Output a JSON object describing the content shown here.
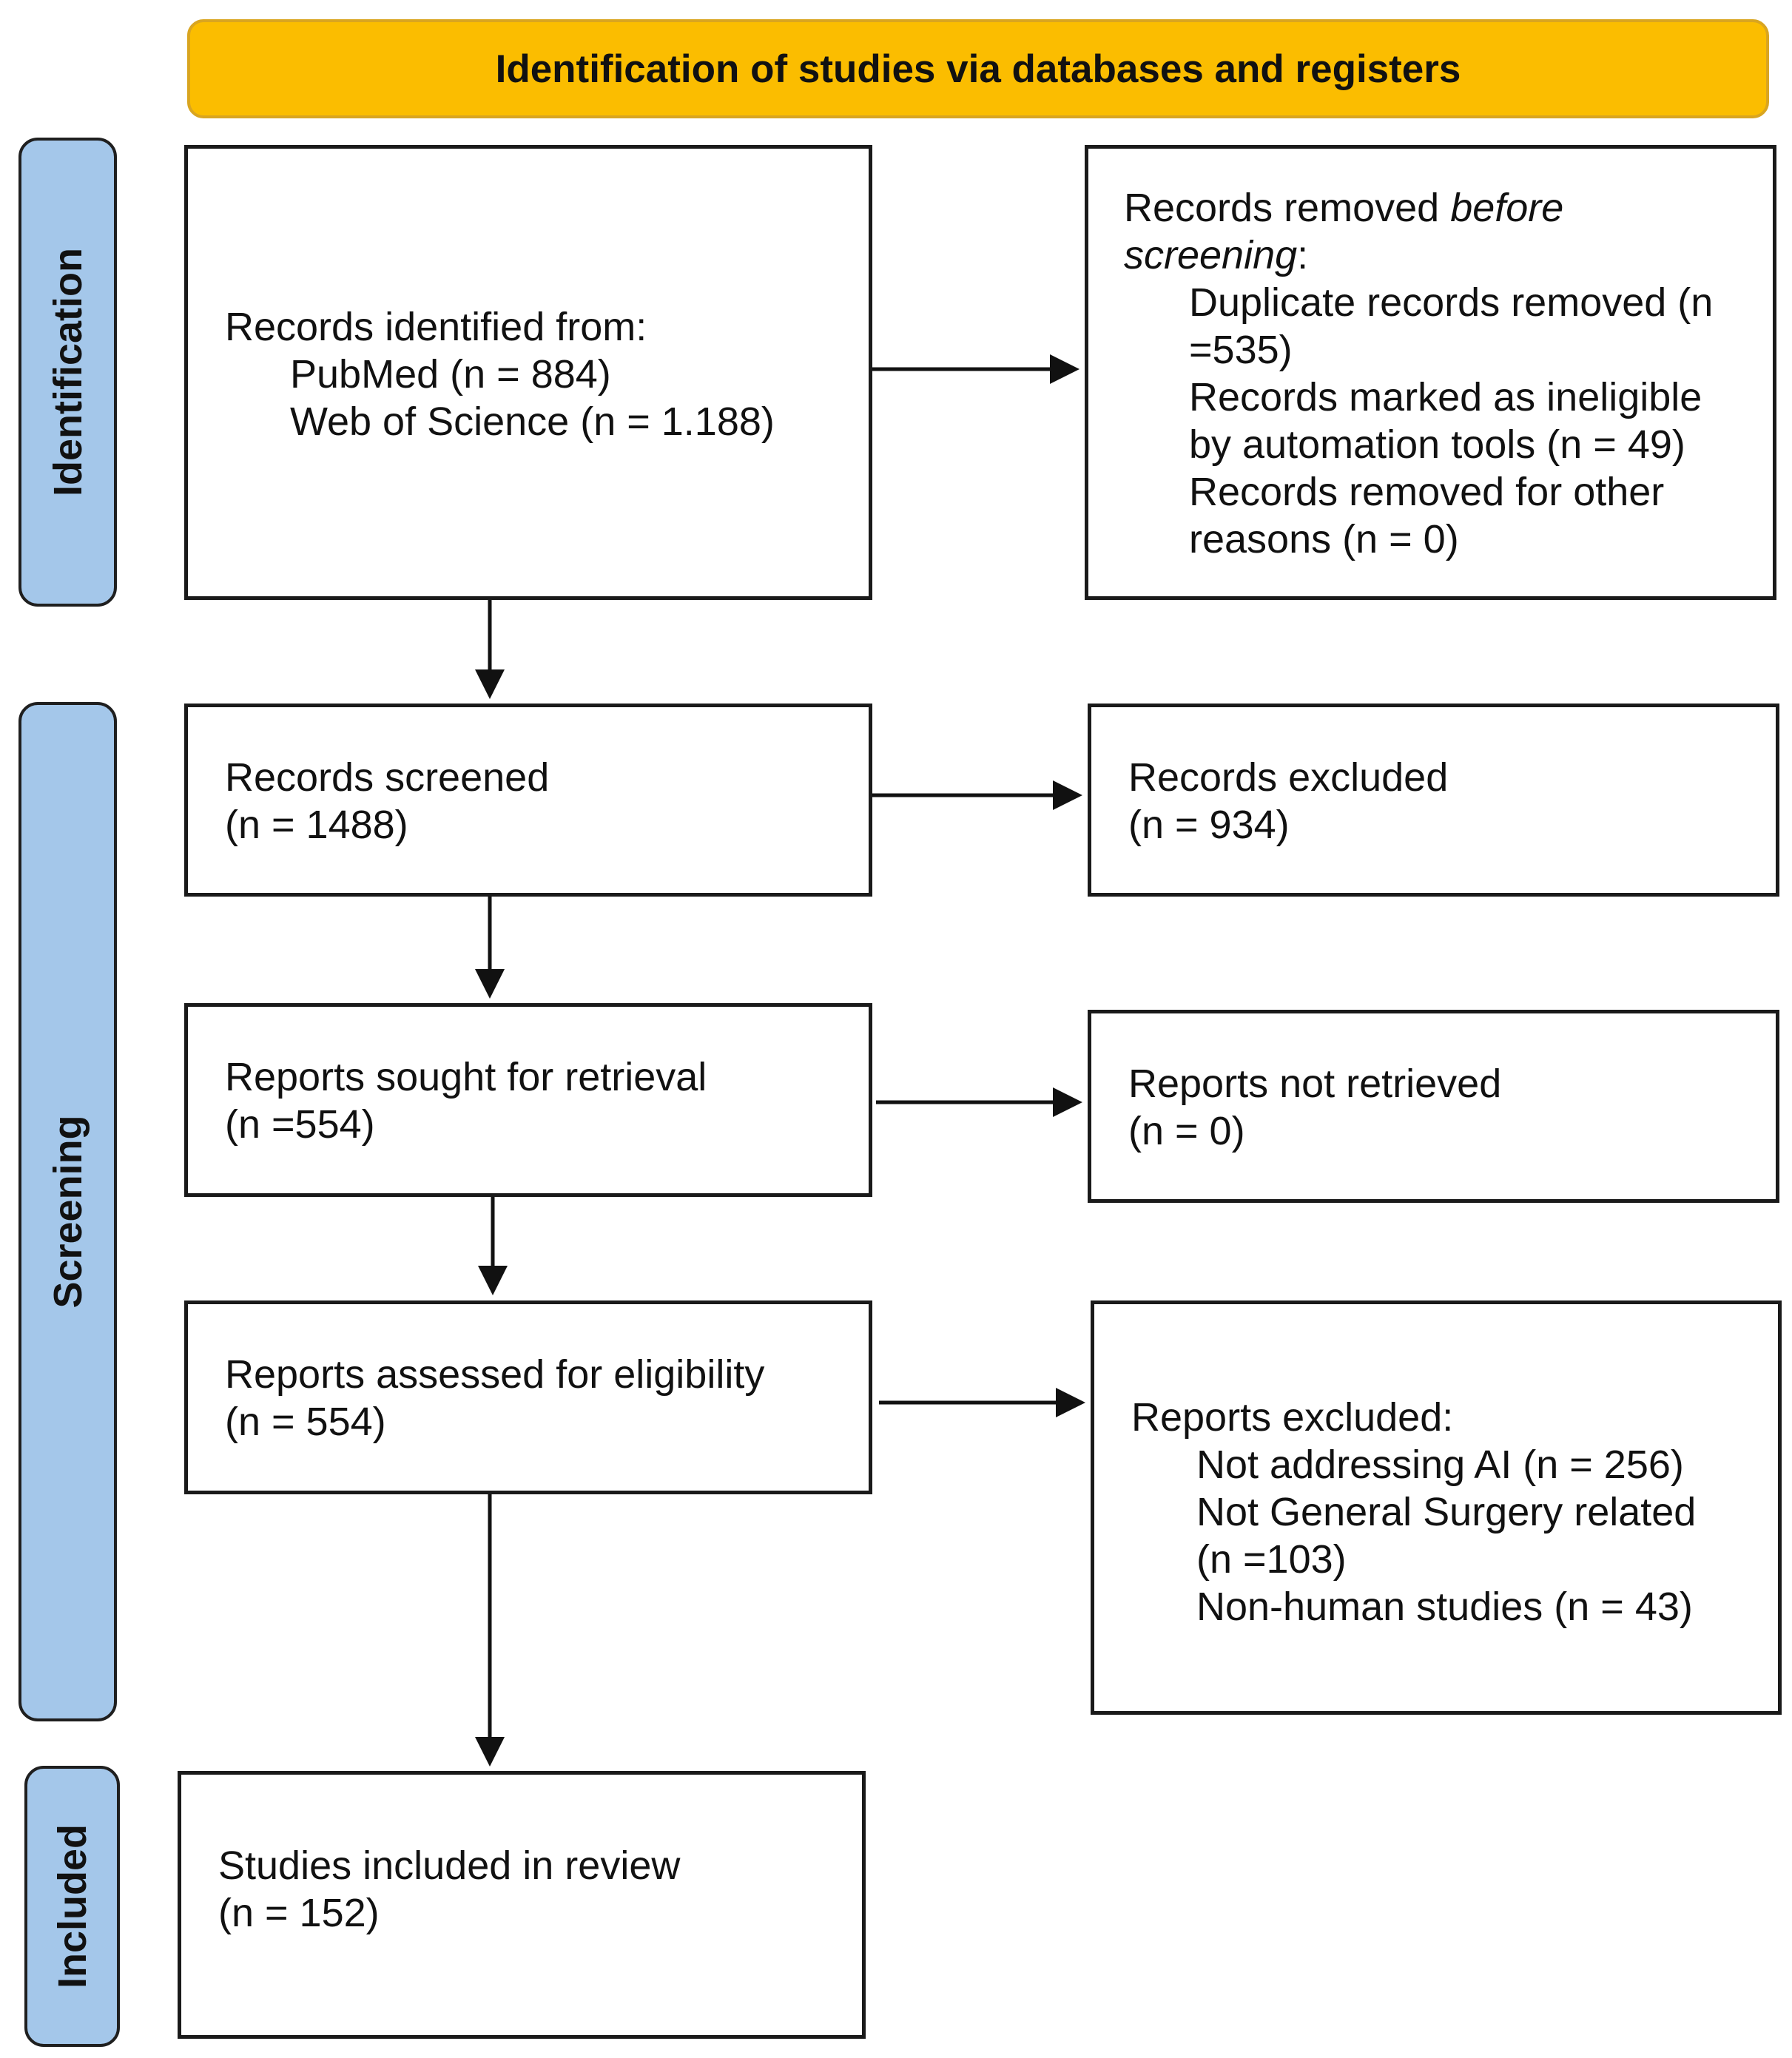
{
  "header": {
    "title": "Identification of studies via databases and registers"
  },
  "phases": {
    "identification": "Identification",
    "screening": "Screening",
    "included": "Included"
  },
  "identified": {
    "title": "Records identified from:",
    "sources": [
      "PubMed (n = 884)",
      "Web of Science (n = 1.188)"
    ]
  },
  "removed": {
    "title_prefix": "Records removed ",
    "title_italic_1": "before",
    "title_italic_2": "screening",
    "title_suffix": ":",
    "lines": [
      "Duplicate records removed (n",
      "=535)",
      "Records marked as ineligible",
      "by automation tools (n = 49)",
      "Records removed for other",
      "reasons (n = 0)"
    ]
  },
  "screened": {
    "title": "Records screened",
    "count": "(n = 1488)"
  },
  "excluded": {
    "title": "Records excluded",
    "count": "(n = 934)"
  },
  "sought": {
    "title": "Reports sought for retrieval",
    "count": "(n =554)"
  },
  "not_retrieved": {
    "title": "Reports not retrieved",
    "count": "(n = 0)"
  },
  "assessed": {
    "title": "Reports assessed for eligibility",
    "count": "(n = 554)"
  },
  "reports_excluded": {
    "title": "Reports excluded:",
    "lines": [
      "Not addressing AI (n = 256)",
      "Not General Surgery related",
      "(n =103)",
      "Non-human studies (n = 43)"
    ]
  },
  "included": {
    "title": "Studies included in review",
    "count": "(n = 152)"
  }
}
